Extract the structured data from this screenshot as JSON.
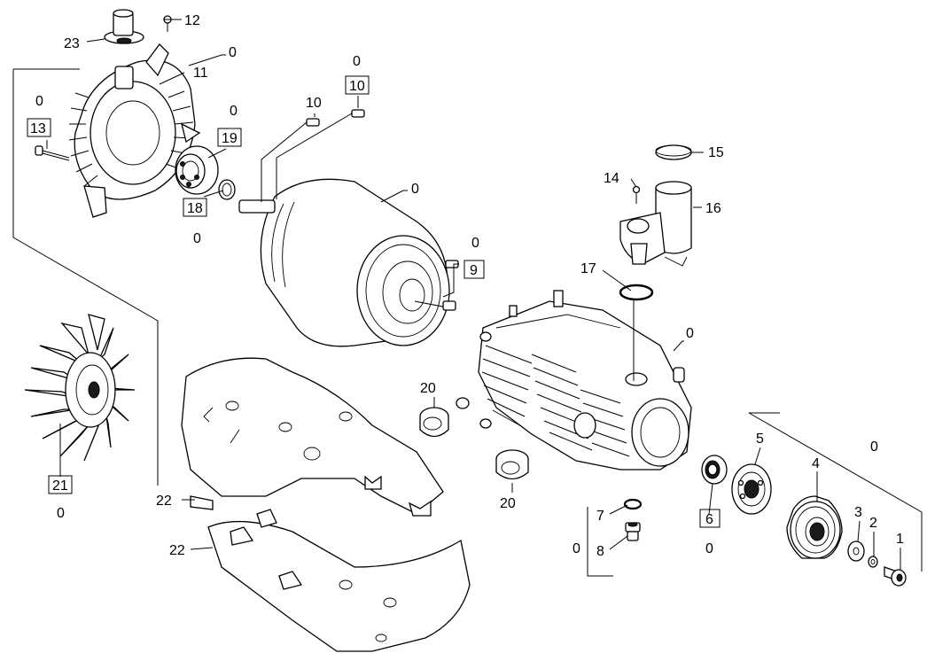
{
  "callouts": {
    "c1": "1",
    "c2": "2",
    "c3": "3",
    "c4": "4",
    "c5": "5",
    "c6": "6",
    "c7": "7",
    "c8": "8",
    "c9": "9",
    "c10a": "10",
    "c10b": "10",
    "c11": "11",
    "c12": "12",
    "c13": "13",
    "c14": "14",
    "c15": "15",
    "c16": "16",
    "c17": "17",
    "c18": "18",
    "c19": "19",
    "c20a": "20",
    "c20b": "20",
    "c21": "21",
    "c22a": "22",
    "c22b": "22",
    "c23": "23"
  },
  "qty": {
    "q11": "0",
    "q10": "0",
    "q13": "0",
    "q19": "0",
    "q18": "0",
    "q_motor": "0",
    "q9": "0",
    "q_housing": "0",
    "q21": "0",
    "q6": "0",
    "q7_8": "0",
    "q_bearing": "0"
  }
}
